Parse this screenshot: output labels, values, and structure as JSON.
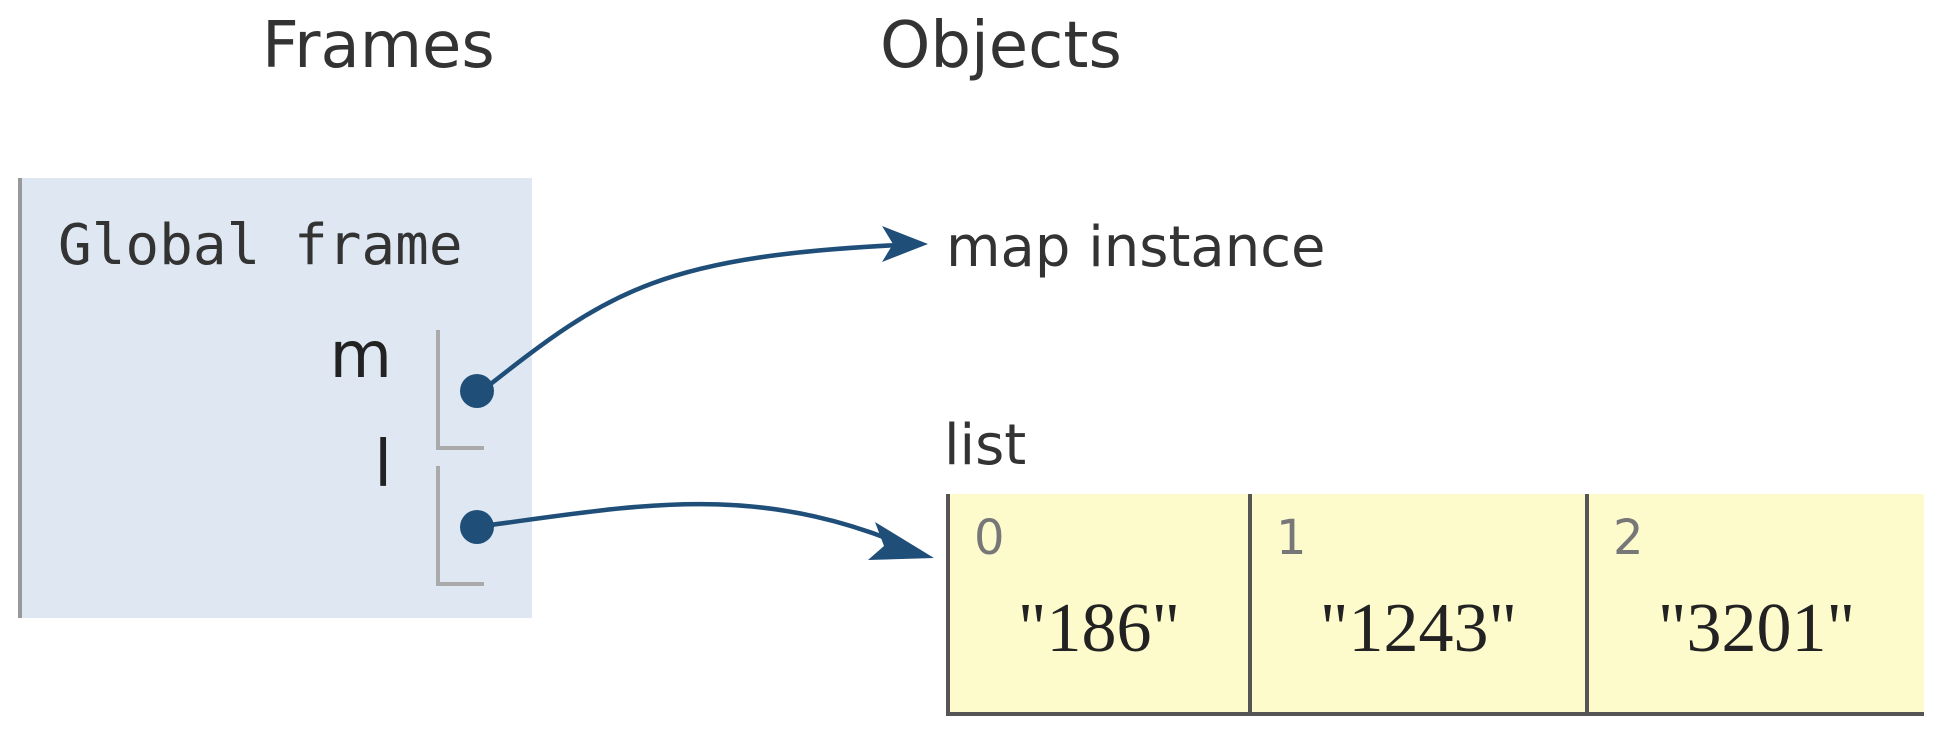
{
  "headings": {
    "frames": "Frames",
    "objects": "Objects"
  },
  "global_frame": {
    "title": "Global frame",
    "variables": [
      {
        "name": "m",
        "points_to": "map_instance"
      },
      {
        "name": "l",
        "points_to": "list"
      }
    ]
  },
  "objects": {
    "map_instance": {
      "label": "map instance"
    },
    "list": {
      "label": "list",
      "items": [
        {
          "index": "0",
          "value": "\"186\""
        },
        {
          "index": "1",
          "value": "\"1243\""
        },
        {
          "index": "2",
          "value": "\"3201\""
        }
      ]
    }
  },
  "colors": {
    "frame_background": "#dfe8f2",
    "list_background": "#fdfacc",
    "pointer": "#1f4e79"
  }
}
